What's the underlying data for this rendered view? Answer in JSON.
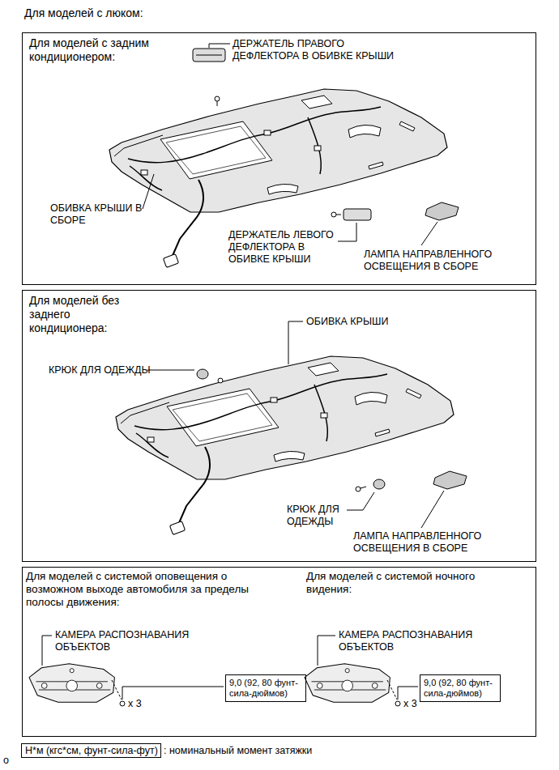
{
  "diagram": {
    "title": "Для моделей с люком:",
    "nodes": [
      {
        "text": [
          "Для моделей с задним кондиционером:"
        ]
      },
      {
        "text": [
          "Для моделей без заднего кондиционера:"
        ]
      },
      {
        "text": [
          "Для моделей с системой оповещения о возможном выходе автомобиля за пределы полосы движения:",
          "Для моделей с системой ночного видения:"
        ]
      },
      {
        "text": [
          "9,0 (92, 80 фунт-сила-дюймов)"
        ],
        "in": 2
      },
      {
        "text": [
          "9,0 (92, 80 фунт-сила-дюймов)"
        ],
        "in": 2
      },
      {
        "text": [
          "Н*м (кгс*см, фунт-сила-фут)"
        ]
      }
    ],
    "labels": [
      "ДЕРЖАТЕЛЬ ПРАВОГО ДЕФЛЕКТОРА В ОБИВКЕ КРЫШИ",
      "ОБИВКА КРЫШИ В СБОРЕ",
      "ДЕРЖАТЕЛЬ ЛЕВОГО ДЕФЛЕКТОРА В ОБИВКЕ КРЫШИ",
      "ЛАМПА НАПРАВЛЕННОГО ОСВЕЩЕНИЯ В СБОРЕ",
      "ОБИВКА КРЫШИ",
      "КРЮК ДЛЯ ОДЕЖДЫ",
      "КРЮК ДЛЯ ОДЕЖДЫ",
      "ЛАМПА НАПРАВЛЕННОГО ОСВЕЩЕНИЯ В СБОРЕ",
      "КАМЕРА РАСПОЗНАВАНИЯ ОБЪЕКТОВ",
      "x 3",
      "КАМЕРА РАСПОЗНАВАНИЯ ОБЪЕКТОВ",
      "x 3",
      ": номинальный момент затяжки",
      "o"
    ]
  }
}
